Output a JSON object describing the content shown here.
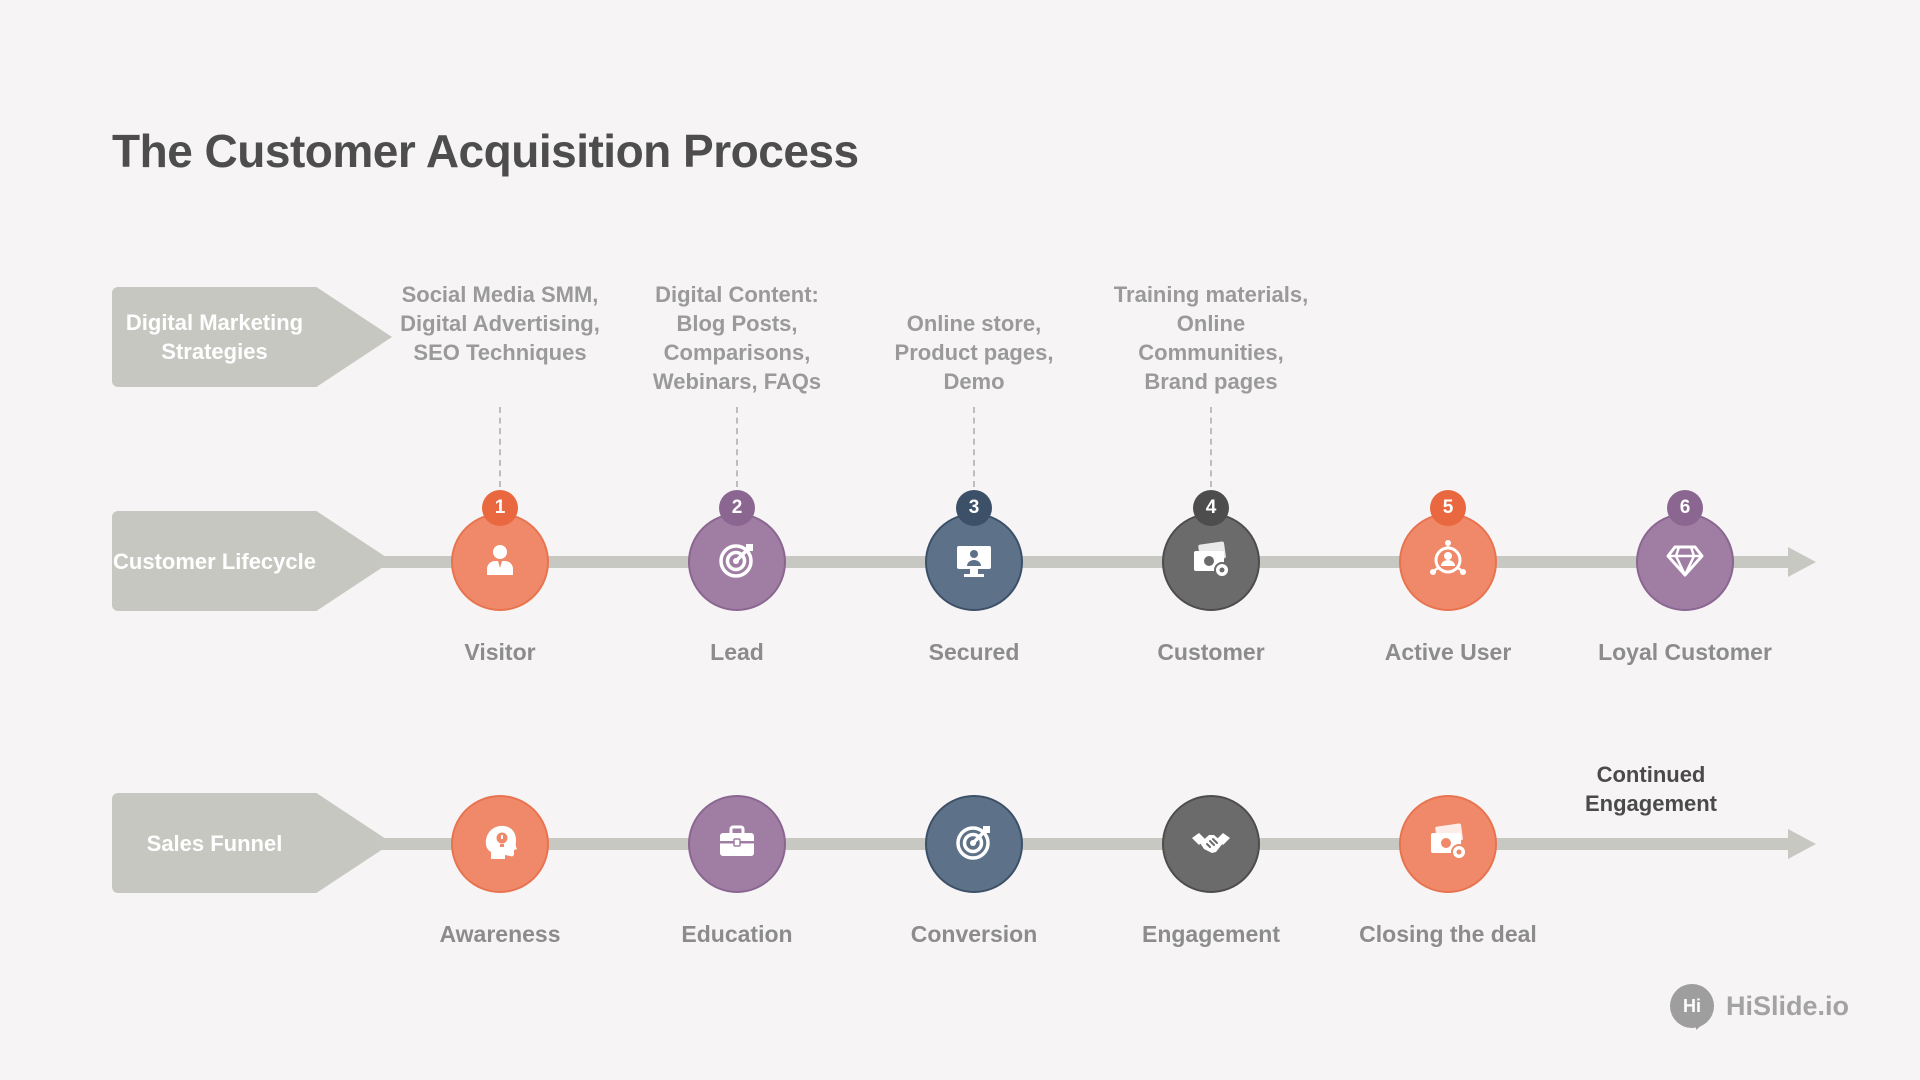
{
  "title": "The Customer Acquisition Process",
  "colors": {
    "orange": "#f0896a",
    "orange_border": "#e8734f",
    "orange_badge": "#e9683f",
    "purple": "#a07ea4",
    "purple_badge": "#8a6690",
    "navy": "#5d7189",
    "navy_badge": "#3c5068",
    "charcoal": "#6b6b6b",
    "charcoal_badge": "#4d4d4d",
    "track": "#c8c8c2"
  },
  "rows": {
    "strategies_label": "Digital Marketing Strategies",
    "lifecycle_label": "Customer Lifecycle",
    "funnel_label": "Sales Funnel"
  },
  "strategies": [
    {
      "text": "Social Media SMM, Digital Advertising, SEO Techniques"
    },
    {
      "text": "Digital Content: Blog Posts, Comparisons, Webinars, FAQs"
    },
    {
      "text": "Online store, Product pages, Demo"
    },
    {
      "text": "Training materials, Online Communities, Brand pages"
    }
  ],
  "lifecycle": [
    {
      "number": "1",
      "label": "Visitor",
      "icon": "person-icon",
      "color": "orange"
    },
    {
      "number": "2",
      "label": "Lead",
      "icon": "target-icon",
      "color": "purple"
    },
    {
      "number": "3",
      "label": "Secured",
      "icon": "monitor-user-icon",
      "color": "navy"
    },
    {
      "number": "4",
      "label": "Customer",
      "icon": "money-icon",
      "color": "charcoal"
    },
    {
      "number": "5",
      "label": "Active User",
      "icon": "network-user-icon",
      "color": "orange"
    },
    {
      "number": "6",
      "label": "Loyal Customer",
      "icon": "diamond-icon",
      "color": "purple"
    }
  ],
  "funnel": [
    {
      "label": "Awareness",
      "icon": "head-idea-icon",
      "color": "orange"
    },
    {
      "label": "Education",
      "icon": "briefcase-icon",
      "color": "purple"
    },
    {
      "label": "Conversion",
      "icon": "target-icon",
      "color": "navy"
    },
    {
      "label": "Engagement",
      "icon": "handshake-icon",
      "color": "charcoal"
    },
    {
      "label": "Closing the deal",
      "icon": "money-icon",
      "color": "orange"
    }
  ],
  "continued_engagement": "Continued Engagement",
  "brand": {
    "bubble": "Hi",
    "name": "HiSlide.io"
  }
}
